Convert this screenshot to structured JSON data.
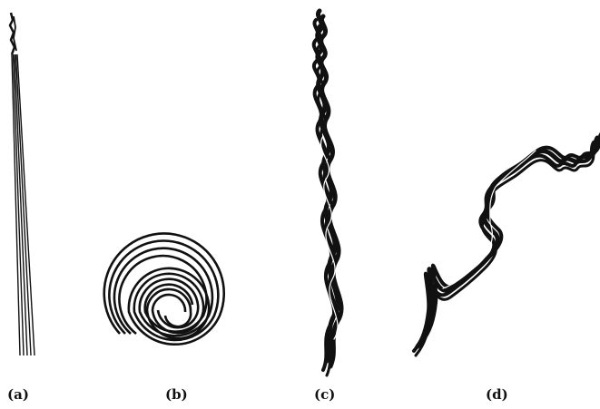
{
  "figure": {
    "ink_color": "#111111",
    "background_color": "#ffffff",
    "panels": [
      {
        "id": "a",
        "label": "(a)"
      },
      {
        "id": "b",
        "label": "(b)"
      },
      {
        "id": "c",
        "label": "(c)"
      },
      {
        "id": "d",
        "label": "(d)"
      }
    ]
  }
}
